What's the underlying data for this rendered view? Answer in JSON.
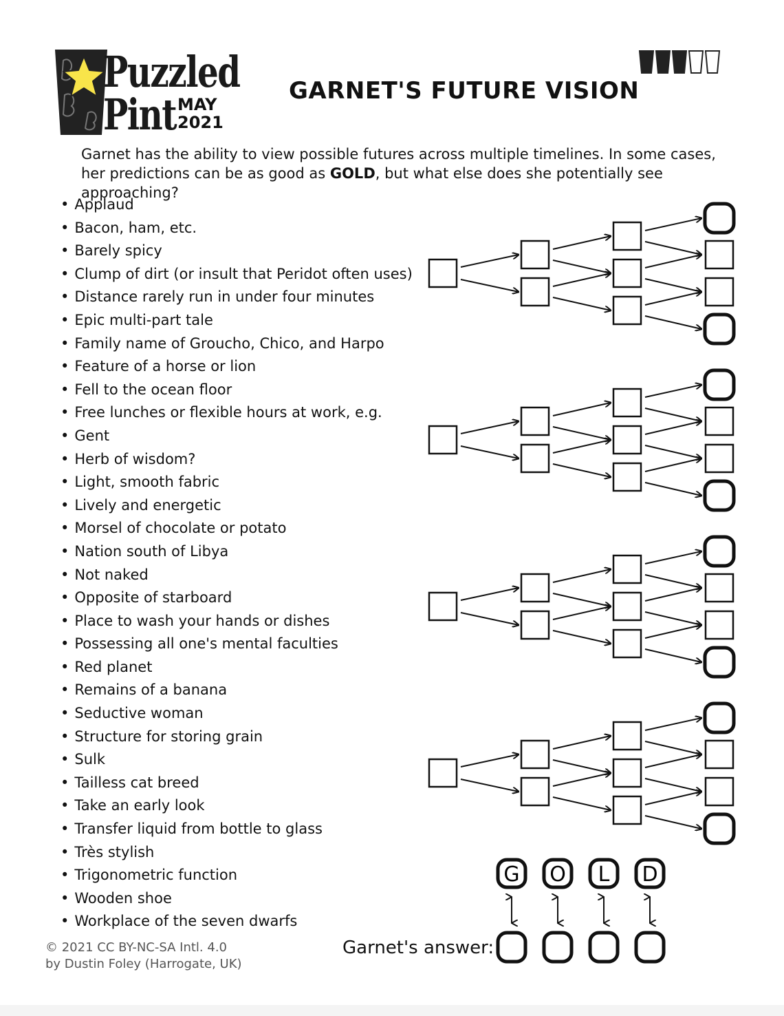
{
  "logo": {
    "word1": "Puzzled",
    "word2": "Pint",
    "month": "MAY",
    "year": "2021"
  },
  "title": "GARNET'S FUTURE VISION",
  "difficulty": {
    "filled": 3,
    "total": 5
  },
  "intro": {
    "text_before": "Garnet has the ability to view possible futures across multiple timelines. In some cases, her predictions can be as good as ",
    "bold": "GOLD",
    "text_after": ", but what else does she potentially see approaching?"
  },
  "clues": [
    "Applaud",
    "Bacon, ham, etc.",
    "Barely spicy",
    "Clump of dirt (or insult that Peridot often uses)",
    "Distance rarely run in under four minutes",
    "Epic multi-part tale",
    "Family name of Groucho, Chico, and Harpo",
    "Feature of a horse or lion",
    "Fell to the ocean floor",
    "Free lunches or flexible hours at work, e.g.",
    "Gent",
    "Herb of wisdom?",
    "Light, smooth fabric",
    "Lively and energetic",
    "Morsel of chocolate or potato",
    "Nation south of Libya",
    "Not naked",
    "Opposite of starboard",
    "Place to wash your hands or dishes",
    "Possessing all one's mental faculties",
    "Red planet",
    "Remains of a banana",
    "Seductive woman",
    "Structure for storing grain",
    "Sulk",
    "Tailless cat breed",
    "Take an early look",
    "Transfer liquid from bottle to glass",
    "Très stylish",
    "Trigonometric function",
    "Wooden shoe",
    "Workplace of the seven dwarfs"
  ],
  "trees": 4,
  "gold_letters": [
    "G",
    "O",
    "L",
    "D"
  ],
  "answer_label": "Garnet's answer:",
  "copyright": {
    "line1": "© 2021 CC BY-NC-SA Intl. 4.0",
    "line2": "by Dustin Foley (Harrogate, UK)"
  }
}
